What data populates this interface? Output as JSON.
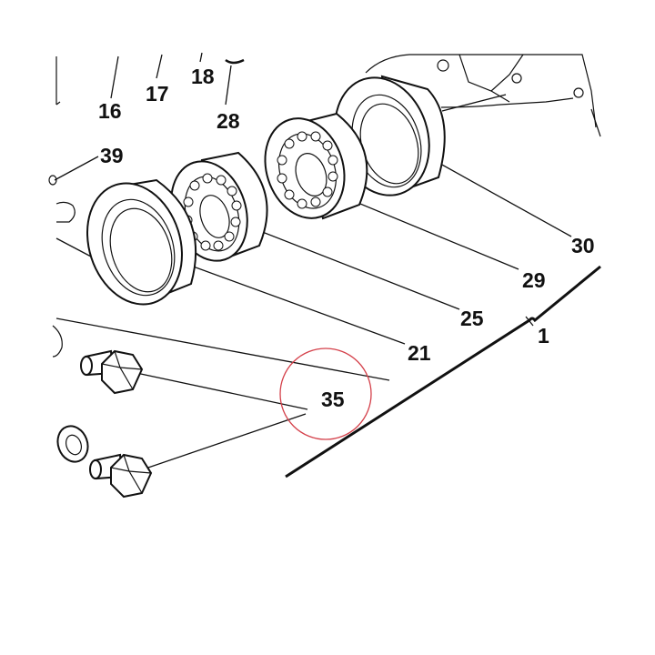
{
  "diagram": {
    "callouts": [
      {
        "id": "c16",
        "text": "16"
      },
      {
        "id": "c17",
        "text": "17"
      },
      {
        "id": "c18",
        "text": "18"
      },
      {
        "id": "c28",
        "text": "28"
      },
      {
        "id": "c39",
        "text": "39"
      },
      {
        "id": "c30",
        "text": "30"
      },
      {
        "id": "c29",
        "text": "29"
      },
      {
        "id": "c25",
        "text": "25"
      },
      {
        "id": "c21",
        "text": "21"
      },
      {
        "id": "c1",
        "text": "1"
      },
      {
        "id": "c35",
        "text": "35"
      }
    ],
    "highlight": {
      "callout": "35",
      "color": "#d4404a"
    },
    "line_color": "#111111",
    "background": "#ffffff"
  }
}
